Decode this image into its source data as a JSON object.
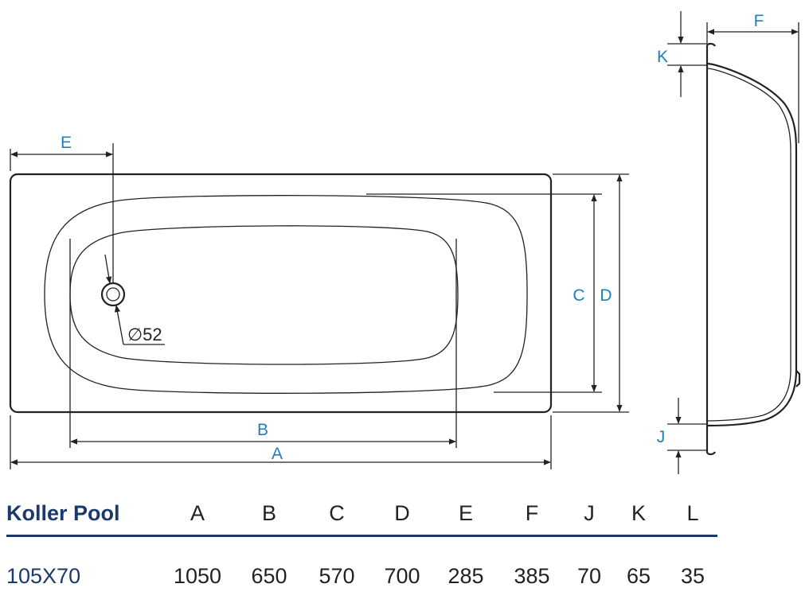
{
  "drawing": {
    "labels": {
      "A": "A",
      "B": "B",
      "C": "C",
      "D": "D",
      "E": "E",
      "F": "F",
      "J": "J",
      "K": "K"
    },
    "drain_diameter": "∅52"
  },
  "table": {
    "title": "Koller Pool",
    "columns": [
      "A",
      "B",
      "C",
      "D",
      "E",
      "F",
      "J",
      "K",
      "L"
    ],
    "rows": [
      {
        "model": "105X70",
        "values": [
          "1050",
          "650",
          "570",
          "700",
          "285",
          "385",
          "70",
          "65",
          "35"
        ]
      }
    ]
  },
  "colors": {
    "label_blue": "#1f7fb6",
    "brand_navy": "#1b3a6b"
  }
}
